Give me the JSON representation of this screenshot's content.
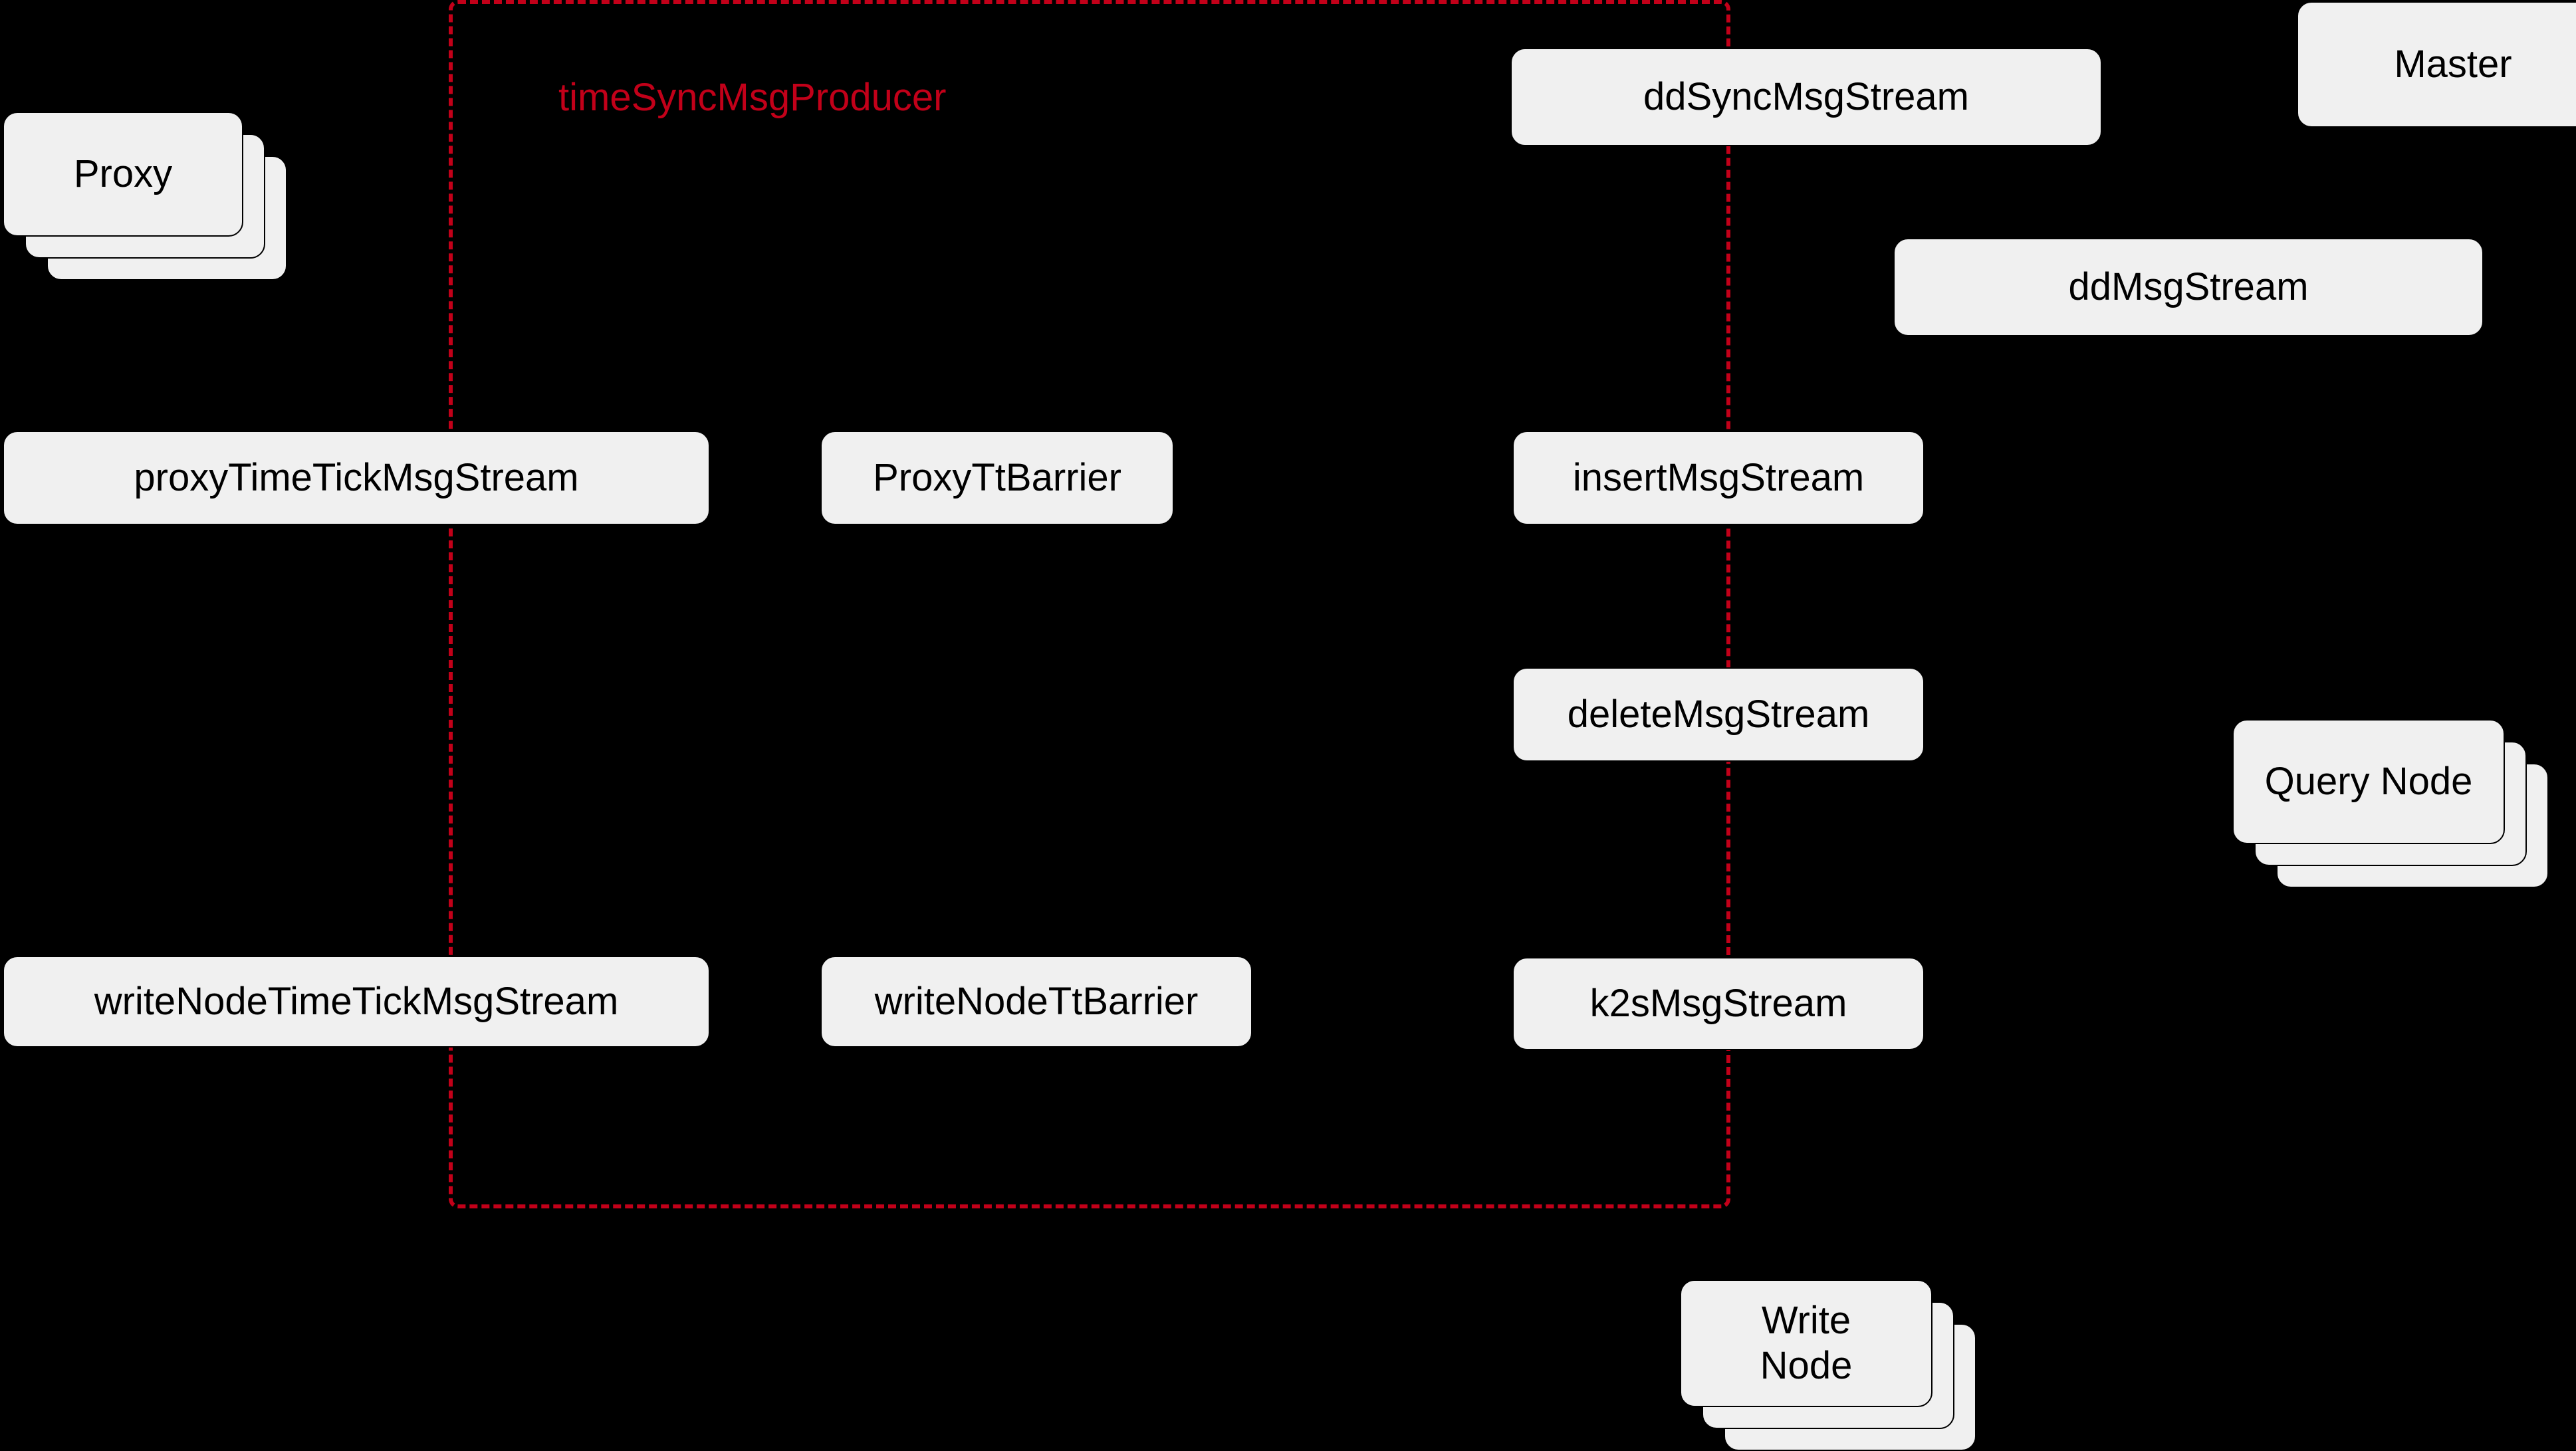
{
  "diagram": {
    "title": "timeSyncMsgProducer",
    "background_color": "#000000",
    "box_fill_color": "#F0F0F0",
    "box_border_color": "#000000",
    "box_text_color": "#000000",
    "group_accent_color": "#C20019"
  },
  "group": {
    "label": "timeSyncMsgProducer",
    "style": "dashed-rectangle",
    "color": "#C20019"
  },
  "boxes": {
    "proxy": {
      "label": "Proxy",
      "kind": "stacked",
      "instances": 3
    },
    "master": {
      "label": "Master",
      "kind": "single"
    },
    "query_node": {
      "label": "Query Node",
      "kind": "stacked",
      "instances": 3
    },
    "write_node": {
      "label": "Write\nNode",
      "kind": "stacked",
      "instances": 3
    },
    "dd_sync_msg_stream": {
      "label": "ddSyncMsgStream",
      "kind": "single"
    },
    "dd_msg_stream": {
      "label": "ddMsgStream",
      "kind": "single"
    },
    "proxy_time_tick_msg_stream": {
      "label": "proxyTimeTickMsgStream",
      "kind": "single"
    },
    "proxy_tt_barrier": {
      "label": "ProxyTtBarrier",
      "kind": "single"
    },
    "insert_msg_stream": {
      "label": "insertMsgStream",
      "kind": "single"
    },
    "delete_msg_stream": {
      "label": "deleteMsgStream",
      "kind": "single"
    },
    "write_node_time_tick_msg_stream": {
      "label": "writeNodeTimeTickMsgStream",
      "kind": "single"
    },
    "write_node_tt_barrier": {
      "label": "writeNodeTtBarrier",
      "kind": "single"
    },
    "k2s_msg_stream": {
      "label": "k2sMsgStream",
      "kind": "single"
    }
  }
}
